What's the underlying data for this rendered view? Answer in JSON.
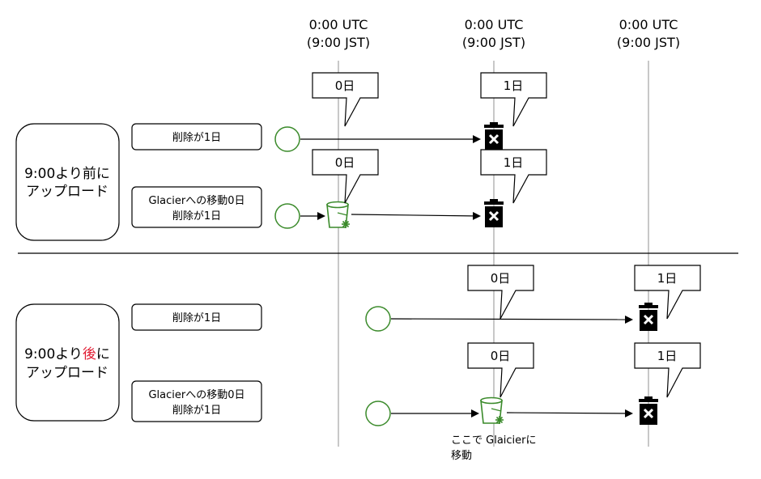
{
  "time_labels": [
    {
      "line1": "0:00 UTC",
      "line2": "(9:00 JST)"
    },
    {
      "line1": "0:00 UTC",
      "line2": "(9:00 JST)"
    },
    {
      "line1": "0:00 UTC",
      "line2": "(9:00 JST)"
    }
  ],
  "sections": {
    "before": {
      "line1": "9:00より前に",
      "line2": "アップロード"
    },
    "after": {
      "line1_pre": "9:00より",
      "line1_emph": "後",
      "line1_post": "に",
      "line2": "アップロード"
    }
  },
  "rules": {
    "delete_only": "削除が1日",
    "glacier_line1": "Glacierへの移動0日",
    "glacier_line2": "削除が1日"
  },
  "callouts": {
    "day0": "0日",
    "day1": "1日"
  },
  "note": {
    "line1": "ここで Glaicierに",
    "line2": "移動"
  },
  "colors": {
    "accent_green": "#3a8a2a",
    "emphasis_red": "#e0182f",
    "timeline_gray": "#c8c8c8"
  }
}
